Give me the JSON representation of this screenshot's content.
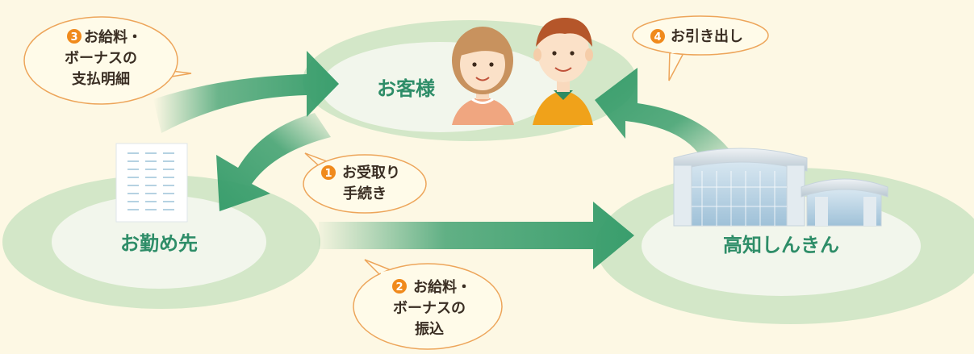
{
  "nodes": {
    "customer": "お客様",
    "employer": "お勤め先",
    "bank": "高知しんきん"
  },
  "steps": [
    {
      "num": "1",
      "lines": [
        "お受取り",
        "手続き"
      ]
    },
    {
      "num": "2",
      "lines": [
        "お給料・",
        "ボーナスの",
        "振込"
      ]
    },
    {
      "num": "3",
      "lines": [
        "お給料・",
        "ボーナスの",
        "支払明細"
      ]
    },
    {
      "num": "4",
      "lines": [
        "お引き出し"
      ]
    }
  ],
  "colors": {
    "background": "#fdf8e4",
    "ellipse_outer": "#d3e7c8",
    "ellipse_inner": "#f2f6ec",
    "arrow": "#3a9e6d",
    "label": "#2e8d68",
    "badge": "#f08a1c",
    "bubble_fill": "#fffbe9",
    "bubble_stroke": "#eda55a"
  },
  "icons": {
    "customer": "couple-illustration",
    "employer": "office-building-icon",
    "bank": "bank-building-icon"
  }
}
